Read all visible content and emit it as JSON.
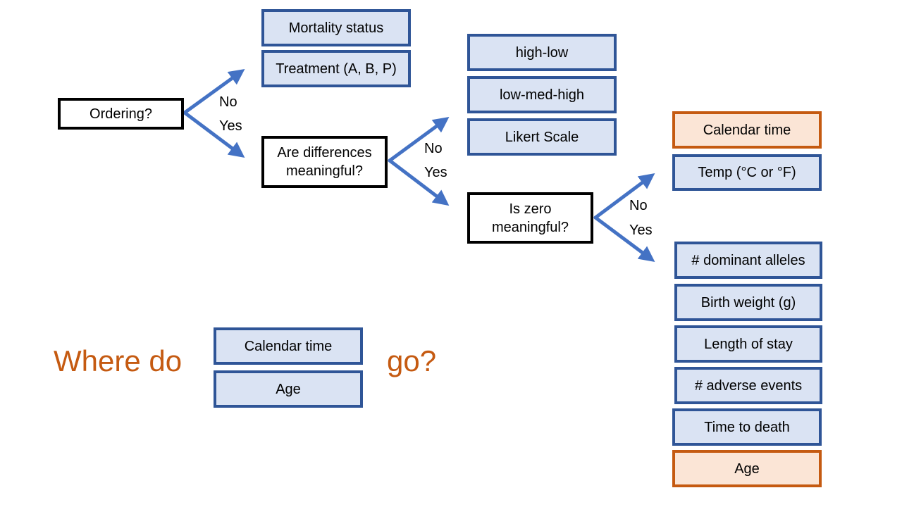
{
  "questions": {
    "ordering": "Ordering?",
    "differences": "Are differences meaningful?",
    "zero": "Is zero meaningful?"
  },
  "branch_labels": {
    "no": "No",
    "yes": "Yes"
  },
  "nominal_examples": [
    "Mortality status",
    "Treatment (A, B, P)"
  ],
  "ordinal_examples": [
    "high-low",
    "low-med-high",
    "Likert Scale"
  ],
  "interval_examples": [
    "Calendar time",
    "Temp (°C or °F)"
  ],
  "ratio_examples": [
    "# dominant alleles",
    "Birth weight (g)",
    "Length of stay",
    "# adverse events",
    "Time to death",
    "Age"
  ],
  "question_prompt": {
    "prefix": "Where do",
    "suffix": "go?",
    "items": [
      "Calendar time",
      "Age"
    ]
  },
  "colors": {
    "arrow": "#4472C4",
    "box_border": "#2F5597",
    "box_fill": "#DAE3F3",
    "highlight_border": "#C55A11",
    "highlight_fill": "#FBE5D6",
    "accent_text": "#C55A11"
  }
}
